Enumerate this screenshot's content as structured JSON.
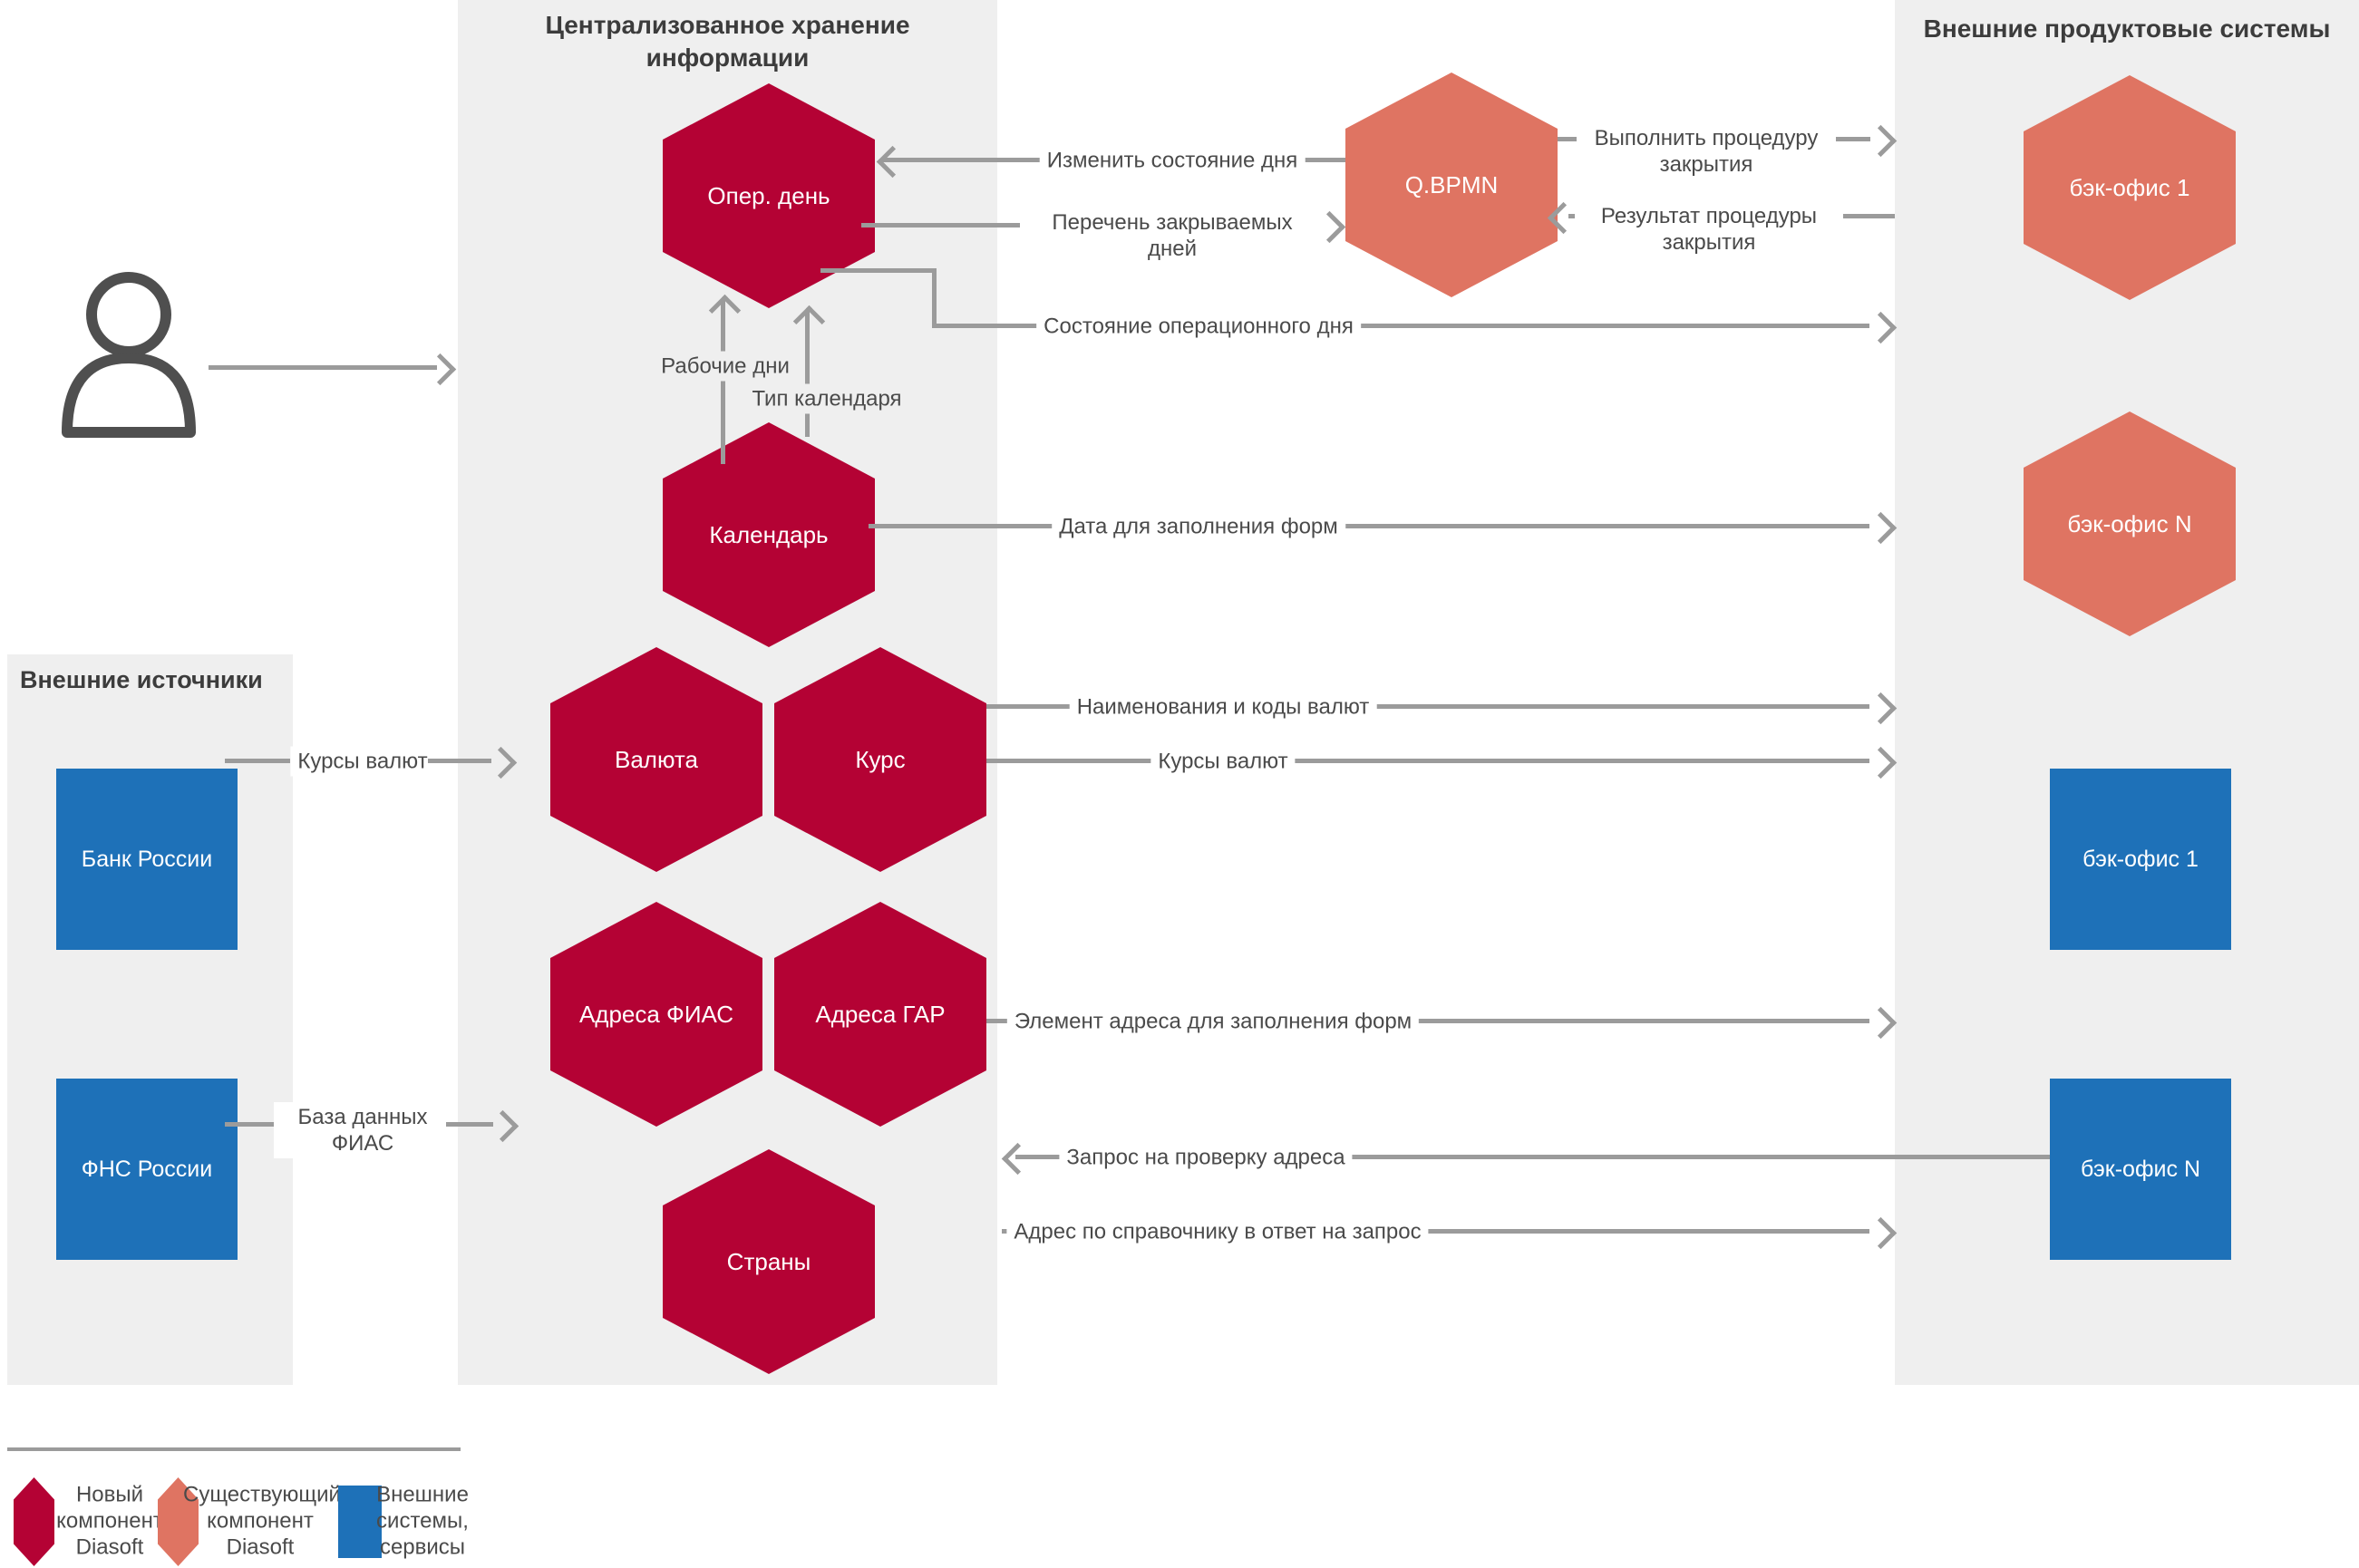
{
  "panels": {
    "central": {
      "title": "Централизованное хранение информации"
    },
    "external_products": {
      "title": "Внешние продуктовые системы"
    },
    "external_sources": {
      "title": "Внешние источники"
    }
  },
  "nodes": {
    "oper_den": "Опер. день",
    "kalendar": "Календарь",
    "valyuta": "Валюта",
    "kurs": "Курс",
    "adresa_fias": "Адреса ФИАС",
    "adresa_gar": "Адреса ГАР",
    "strany": "Страны",
    "qbpmn": "Q.BPMN",
    "backoffice_hex_1": "бэк-офис 1",
    "backoffice_hex_n": "бэк-офис N",
    "bank_rossii": "Банк России",
    "fns_rossii": "ФНС России",
    "backoffice_box_1": "бэк-офис 1",
    "backoffice_box_n": "бэк-офис N"
  },
  "edges": {
    "izmenit": "Изменить состояние дня",
    "perechen": "Перечень закрываемых дней",
    "vypolnit": "Выполнить процедуру закрытия",
    "rezultat": "Результат процедуры закрытия",
    "sostoyanie": "Состояние операционного дня",
    "rabochie_dni": "Рабочие дни",
    "tip_kalendarya": "Тип календаря",
    "data_form": "Дата для заполнения форм",
    "kursy_valyut_in": "Курсы валют",
    "naimenovaniya": "Наименования и коды валют",
    "kursy_valyut_out": "Курсы валют",
    "baza_fias": "База данных ФИАС",
    "element_adresa": "Элемент адреса для заполнения форм",
    "zapros_proverka": "Запрос на проверку адреса",
    "adres_otvet": "Адрес по справочнику в ответ на запрос"
  },
  "legend": {
    "items": [
      {
        "label": "Новый компонент Diasoft",
        "shape": "hexagon",
        "color": "#B40234"
      },
      {
        "label": "Существующий компонент Diasoft",
        "shape": "hexagon",
        "color": "#DF7462"
      },
      {
        "label": "Внешние системы, сервисы",
        "shape": "square",
        "color": "#1E71B8"
      }
    ]
  },
  "colors": {
    "new_component": "#B40234",
    "existing_component": "#DF7462",
    "external_system": "#1E71B8",
    "panel_bg": "#EFEFEF",
    "arrow": "#9B9B9B",
    "label_text": "#4A4A4A",
    "title_text": "#3C3C3C"
  }
}
